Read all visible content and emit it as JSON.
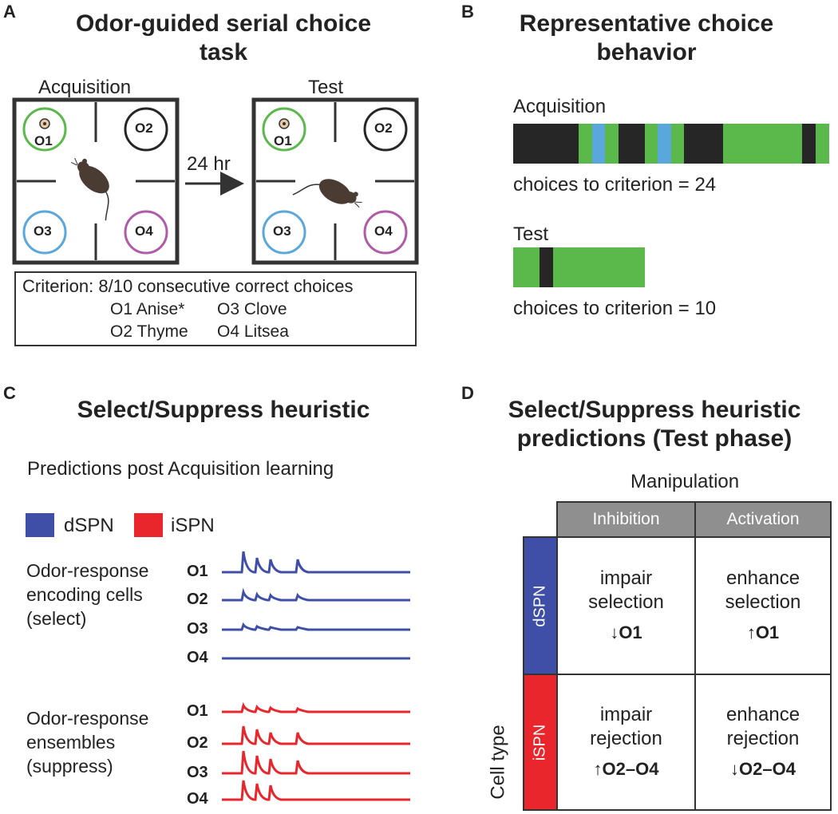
{
  "panel_a": {
    "label": "A",
    "title_line1": "Odor-guided serial choice",
    "title_line2": "task",
    "acquisition_label": "Acquisition",
    "test_label": "Test",
    "delay_label": "24 hr",
    "odor_labels": [
      "O1",
      "O2",
      "O3",
      "O4"
    ],
    "criterion_text": "Criterion: 8/10 consecutive correct choices",
    "odor_line1_left": "O1 Anise*",
    "odor_line1_right": "O3 Clove",
    "odor_line2_left": "O2 Thyme",
    "odor_line2_right": "O4 Litsea",
    "odor_colors": {
      "O1": "#5bb84a",
      "O2": "#262626",
      "O3": "#5aa7db",
      "O4": "#b05ba8"
    }
  },
  "panel_b": {
    "label": "B",
    "title_line1": "Representative choice",
    "title_line2": "behavior",
    "acquisition_label": "Acquisition",
    "acquisition_caption": "choices to criterion = 24",
    "test_label": "Test",
    "test_caption": "choices to criterion = 10",
    "acquisition_choices": 24,
    "test_choices": 10,
    "acquisition_sequence": [
      "O2",
      "O2",
      "O2",
      "O2",
      "O2",
      "O1",
      "O3",
      "O1",
      "O2",
      "O2",
      "O1",
      "O3",
      "O1",
      "O2",
      "O2",
      "O2",
      "O1",
      "O1",
      "O1",
      "O1",
      "O1",
      "O1",
      "O2",
      "O1"
    ],
    "test_sequence": [
      "O1",
      "O1",
      "O2",
      "O1",
      "O1",
      "O1",
      "O1",
      "O1",
      "O1",
      "O1"
    ],
    "colors": {
      "O1": "#5bb84a",
      "O2": "#262626",
      "O3": "#5aa7db"
    }
  },
  "panel_c": {
    "label": "C",
    "title": "Select/Suppress heuristic",
    "subtitle": "Predictions post Acquisition learning",
    "legend_dspn": "dSPN",
    "legend_ispn": "iSPN",
    "dspn_color": "#3f4fa8",
    "ispn_color": "#e8262b",
    "group1_line1": "Odor-response",
    "group1_line2": "encoding cells",
    "group1_line3": "(select)",
    "group2_line1": "Odor-response",
    "group2_line2": "ensembles",
    "group2_line3": "(suppress)",
    "trace_labels": [
      "O1",
      "O2",
      "O3",
      "O4"
    ],
    "dspn_peak_amplitudes": [
      [
        26,
        18,
        16,
        16
      ],
      [
        10,
        7,
        6,
        6
      ],
      [
        6,
        4,
        3,
        3
      ],
      [
        0,
        0,
        0,
        0
      ]
    ],
    "ispn_peak_amplitudes": [
      [
        8,
        6,
        5,
        4
      ],
      [
        22,
        18,
        14,
        14
      ],
      [
        28,
        22,
        18,
        16
      ],
      [
        24,
        20,
        18,
        0
      ]
    ]
  },
  "panel_d": {
    "label": "D",
    "title_line1": "Select/Suppress heuristic",
    "title_line2": "predictions (Test phase)",
    "manipulation_label": "Manipulation",
    "col_inhibition": "Inhibition",
    "col_activation": "Activation",
    "row_dspn": "dSPN",
    "row_ispn": "iSPN",
    "cell_type_label": "Cell type",
    "cells": {
      "dspn_inhibition": {
        "line1": "impair",
        "line2": "selection",
        "arrow": "↓",
        "odor": "O1"
      },
      "dspn_activation": {
        "line1": "enhance",
        "line2": "selection",
        "arrow": "↑",
        "odor": "O1"
      },
      "ispn_inhibition": {
        "line1": "impair",
        "line2": "rejection",
        "arrow": "↑",
        "odor": "O2–O4"
      },
      "ispn_activation": {
        "line1": "enhance",
        "line2": "rejection",
        "arrow": "↓",
        "odor": "O2–O4"
      }
    }
  }
}
